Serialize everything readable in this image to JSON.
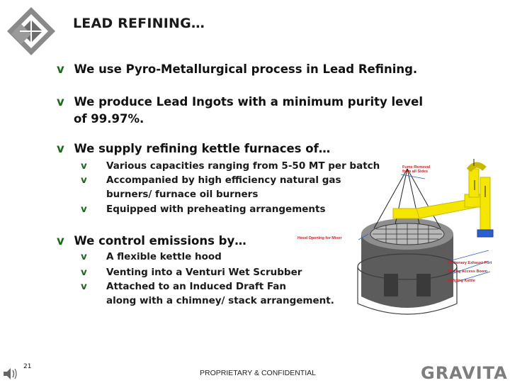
{
  "slide": {
    "title": "LEAD REFINING…",
    "bullets": [
      {
        "lines": [
          "We use Pyro-Metallurgical process in Lead Refining."
        ]
      },
      {
        "lines": [
          "We produce Lead Ingots with a minimum purity level",
          "of 99.97%."
        ]
      },
      {
        "lines": [
          "We supply refining kettle furnaces of…"
        ]
      },
      {
        "lines": [
          "We control emissions by…"
        ]
      }
    ],
    "sub_supply": [
      {
        "lines": [
          "Various capacities ranging from 5-50 MT per batch"
        ]
      },
      {
        "lines": [
          "Accompanied by high efficiency natural gas",
          "burners/ furnace oil burners"
        ]
      },
      {
        "lines": [
          "Equipped with preheating arrangements"
        ]
      }
    ],
    "sub_emissions": [
      {
        "lines": [
          "A flexible kettle hood"
        ]
      },
      {
        "lines": [
          "Venting into a Venturi Wet Scrubber"
        ]
      },
      {
        "lines": [
          "Attached to an Induced Draft Fan",
          "along with a chimney/ stack arrangement."
        ]
      }
    ],
    "bullet_glyph": "v",
    "bullet_color": "#1b6a1b"
  },
  "diagram": {
    "labels": {
      "fume": [
        "Fume Removal",
        "from all Sides"
      ],
      "hood": "Hood Opening for Mixer",
      "port": "Stationary Exhaust Port",
      "boom": "Sliding Access Boom",
      "kettle": "Refining Kettle"
    },
    "pipe_color": "#f4e600",
    "label_color": "#d02020",
    "callout_color": "#1f5fd0"
  },
  "footer": {
    "page_number": "21",
    "confidential": "PROPRIETARY & CONFIDENTIAL",
    "brand": "GRAVITA"
  }
}
